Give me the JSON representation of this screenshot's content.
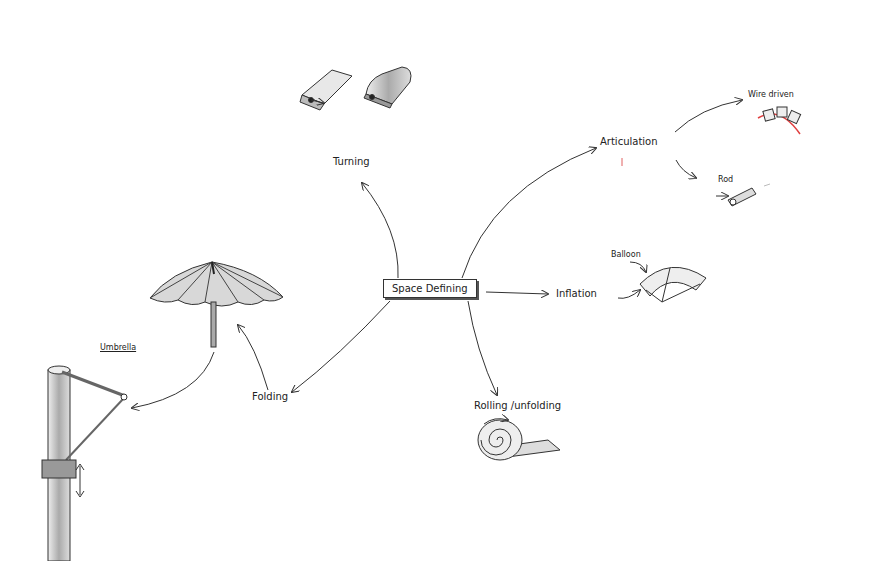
{
  "diagram": {
    "nodes": [
      {
        "text": [
          "Space Defining"
        ]
      }
    ],
    "labels": [
      "Turning",
      "Articulation",
      "Wire driven",
      "Rod",
      "Inflation",
      "Balloon",
      "Rolling /unfolding",
      "Folding",
      "Umbrella"
    ]
  }
}
